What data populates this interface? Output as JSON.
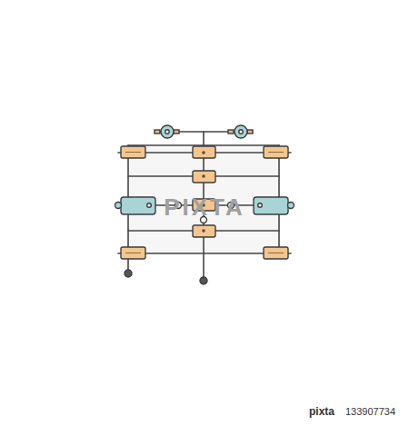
{
  "diagram": {
    "labels": [
      "PIXTA",
      "pixta",
      "133907734"
    ]
  }
}
